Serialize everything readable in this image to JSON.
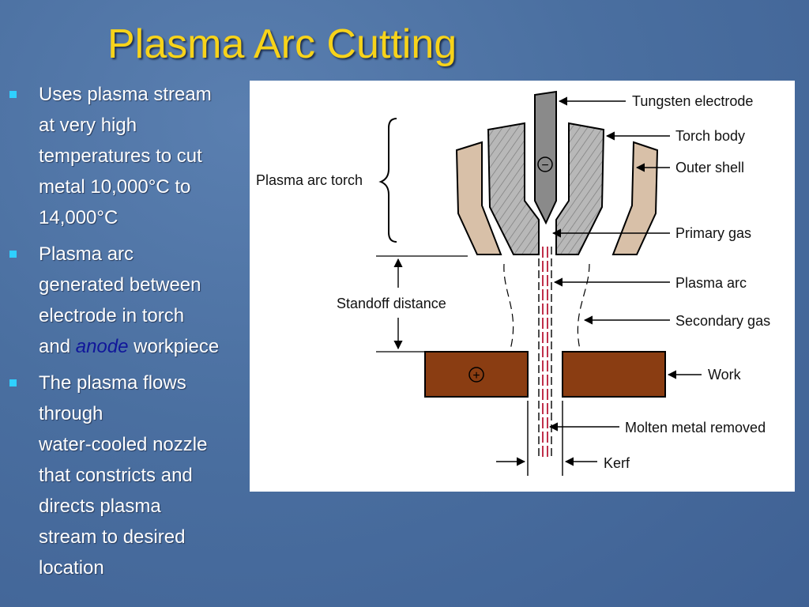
{
  "slide": {
    "title": "Plasma Arc Cutting",
    "bullets": [
      {
        "lines": [
          "Uses plasma stream",
          "at very high",
          "temperatures to cut",
          "metal 10,000°C to",
          "14,000°C"
        ]
      },
      {
        "lines": [
          "Plasma arc",
          "generated between",
          "electrode in torch"
        ],
        "last_prefix": "and ",
        "last_emphasis": "anode",
        "last_suffix": " workpiece"
      },
      {
        "lines": [
          "The plasma flows",
          "through",
          "water-cooled nozzle",
          "that constricts and",
          "directs plasma",
          "stream to desired",
          "location"
        ]
      }
    ]
  },
  "figure": {
    "labels": {
      "tungsten_electrode": "Tungsten electrode",
      "torch_body": "Torch body",
      "outer_shell": "Outer shell",
      "primary_gas": "Primary gas",
      "plasma_arc": "Plasma arc",
      "secondary_gas": "Secondary gas",
      "work": "Work",
      "molten_metal_removed": "Molten metal removed",
      "kerf": "Kerf",
      "plasma_arc_torch": "Plasma arc torch",
      "standoff_distance": "Standoff distance"
    },
    "symbols": {
      "electrode": "−",
      "work": "+"
    },
    "colors": {
      "title": "#f7d31a",
      "bullet_marker": "#2fd0ff",
      "anode_text": "#10169a",
      "outer_shell_fill": "#d8c0a8",
      "torch_body_fill": "#b8b8b8",
      "electrode_fill": "#8a8a8a",
      "work_fill": "#8a3d12",
      "plasma_line": "#c0304a"
    }
  }
}
